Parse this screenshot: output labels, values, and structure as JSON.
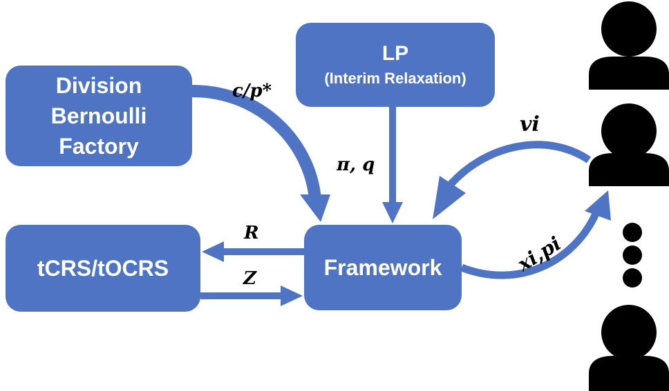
{
  "boxes": {
    "division": [
      "Division",
      "Bernoulli",
      "Factory"
    ],
    "lp": {
      "title": "LP",
      "subtitle": "(Interim Relaxation)"
    },
    "tcrs": "tCRS/tOCRS",
    "framework": "Framework"
  },
  "edge_labels": {
    "c_over_p": "c/p*",
    "pi_q": "π, q",
    "r": "R",
    "z": "Z",
    "v_i": "vi",
    "x_p": "xi,pi"
  },
  "colors": {
    "box_fill": "#4f74c3",
    "box_text": "#ffffff",
    "person": "#000000"
  },
  "icons": [
    "person-icon",
    "ellipsis-dot-icon"
  ]
}
